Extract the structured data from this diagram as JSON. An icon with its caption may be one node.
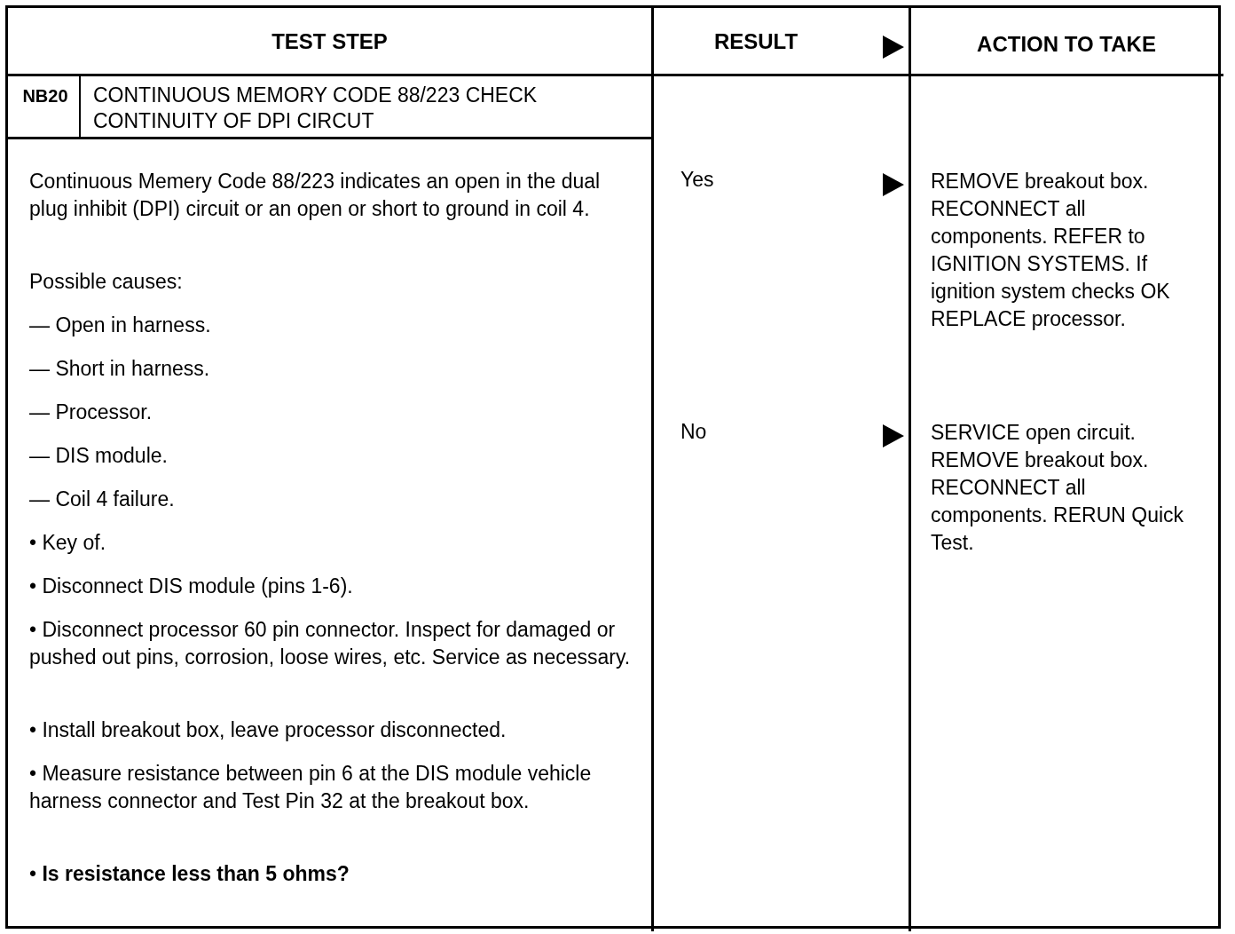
{
  "diagram": {
    "labels": [
      "TEST STEP",
      "RESULT",
      "ACTION TO TAKE",
      "NB20",
      "CONTINUOUS MEMORY CODE 88/223 CHECK CONTINUITY OF DPI CIRCUT",
      "Continuous Memery Code 88/223 indicates an open in the dual plug inhibit (DPI) circuit or an open or short to ground in coil 4.",
      "Possible causes:",
      "— Open in harness.",
      "— Short in harness.",
      "— Processor.",
      "— DIS module.",
      "— Coil 4 failure.",
      "• Key of.",
      "• Disconnect DIS module (pins 1-6).",
      "• Disconnect processor 60 pin connector. Inspect for damaged or pushed out pins, corrosion, loose wires, etc. Service as necessary.",
      "• Install breakout box, leave processor disconnected.",
      "• Measure resistance between pin 6 at the DIS module vehicle harness connector and Test Pin 32 at the breakout box.",
      "• **Is resistance less than 5 ohms?**",
      "Yes",
      "REMOVE breakout box. RECONNECT all components. REFER to IGNITION SYSTEMS. If ignition system checks OK REPLACE processor.",
      "No",
      "SERVICE open circuit. REMOVE breakout box. RECONNECT all components. RERUN Quick Test."
    ]
  }
}
